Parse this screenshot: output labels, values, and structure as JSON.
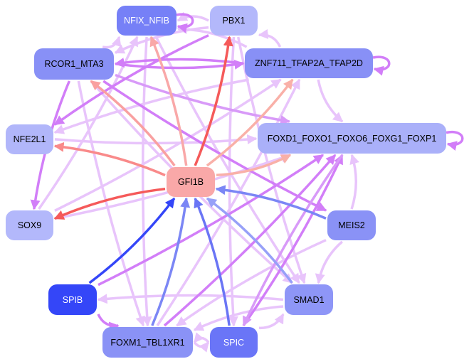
{
  "nodes": [
    {
      "id": "NFIX_NFIB",
      "label": "NFIX_NFIB",
      "color": "#7680f7",
      "text": "#ffffff"
    },
    {
      "id": "PBX1",
      "label": "PBX1",
      "color": "#b3b8fb",
      "text": "#000000"
    },
    {
      "id": "RCOR1_MTA3",
      "label": "RCOR1_MTA3",
      "color": "#8890f6",
      "text": "#000000"
    },
    {
      "id": "ZNF711_TFAP2A_TFAP2D",
      "label": "ZNF711_TFAP2A_TFAP2D",
      "color": "#8890f6",
      "text": "#000000"
    },
    {
      "id": "NFE2L1",
      "label": "NFE2L1",
      "color": "#b1b6fa",
      "text": "#000000"
    },
    {
      "id": "FOXD1_FOXO1_FOXO6_FOXG1_FOXP1",
      "label": "FOXD1_FOXO1_FOXO6_FOXG1_FOXP1",
      "color": "#aab0f9",
      "text": "#000000"
    },
    {
      "id": "GFI1B",
      "label": "GFI1B",
      "color": "#f9a8a8",
      "text": "#000000"
    },
    {
      "id": "SOX9",
      "label": "SOX9",
      "color": "#b3b8fb",
      "text": "#000000"
    },
    {
      "id": "MEIS2",
      "label": "MEIS2",
      "color": "#8a92f6",
      "text": "#000000"
    },
    {
      "id": "SPIB",
      "label": "SPIB",
      "color": "#3446f8",
      "text": "#ffffff"
    },
    {
      "id": "SMAD1",
      "label": "SMAD1",
      "color": "#8e96f7",
      "text": "#000000"
    },
    {
      "id": "FOXM1_TBL1XR1",
      "label": "FOXM1_TBL1XR1",
      "color": "#8a92f6",
      "text": "#000000"
    },
    {
      "id": "SPIC",
      "label": "SPIC",
      "color": "#6a75f7",
      "text": "#ffffff"
    }
  ],
  "edges": [
    {
      "s": "GFI1B",
      "t": "SOX9",
      "color": "#f55a5a"
    },
    {
      "s": "GFI1B",
      "t": "PBX1",
      "color": "#f55a5a"
    },
    {
      "s": "GFI1B",
      "t": "NFE2L1",
      "color": "#f98a8a"
    },
    {
      "s": "GFI1B",
      "t": "RCOR1_MTA3",
      "color": "#f9a0a0"
    },
    {
      "s": "GFI1B",
      "t": "NFIX_NFIB",
      "color": "#f9a8a8"
    },
    {
      "s": "GFI1B",
      "t": "ZNF711_TFAP2A_TFAP2D",
      "color": "#f9b0a8"
    },
    {
      "s": "GFI1B",
      "t": "FOXD1_FOXO1_FOXO6_FOXG1_FOXP1",
      "color": "#f9b0a8"
    },
    {
      "s": "SPIB",
      "t": "GFI1B",
      "color": "#3446f8"
    },
    {
      "s": "FOXM1_TBL1XR1",
      "t": "GFI1B",
      "color": "#7b86f5"
    },
    {
      "s": "SPIC",
      "t": "GFI1B",
      "color": "#6a75f5"
    },
    {
      "s": "SMAD1",
      "t": "GFI1B",
      "color": "#97a0f8"
    },
    {
      "s": "MEIS2",
      "t": "GFI1B",
      "color": "#7b86f5"
    },
    {
      "s": "RCOR1_MTA3",
      "t": "ZNF711_TFAP2A_TFAP2D",
      "color": "#d27ef8"
    },
    {
      "s": "ZNF711_TFAP2A_TFAP2D",
      "t": "RCOR1_MTA3",
      "color": "#d27ef8"
    },
    {
      "s": "RCOR1_MTA3",
      "t": "MEIS2",
      "color": "#d27ef8"
    },
    {
      "s": "RCOR1_MTA3",
      "t": "SOX9",
      "color": "#d27ef8"
    },
    {
      "s": "RCOR1_MTA3",
      "t": "FOXD1_FOXO1_FOXO6_FOXG1_FOXP1",
      "color": "#d89af8"
    },
    {
      "s": "RCOR1_MTA3",
      "t": "FOXM1_TBL1XR1",
      "color": "#e8c4fb"
    },
    {
      "s": "RCOR1_MTA3",
      "t": "SMAD1",
      "color": "#e8c4fb"
    },
    {
      "s": "RCOR1_MTA3",
      "t": "NFIX_NFIB",
      "color": "#e8c4fb"
    },
    {
      "s": "PBX1",
      "t": "RCOR1_MTA3",
      "color": "#e8c4fb"
    },
    {
      "s": "PBX1",
      "t": "NFE2L1",
      "color": "#d27ef8"
    },
    {
      "s": "PBX1",
      "t": "NFIX_NFIB",
      "color": "#e8c4fb"
    },
    {
      "s": "PBX1",
      "t": "SMAD1",
      "color": "#e8c4fb"
    },
    {
      "s": "PBX1",
      "t": "SPIC",
      "color": "#e8c4fb"
    },
    {
      "s": "ZNF711_TFAP2A_TFAP2D",
      "t": "NFIX_NFIB",
      "color": "#e8c4fb"
    },
    {
      "s": "ZNF711_TFAP2A_TFAP2D",
      "t": "NFE2L1",
      "color": "#e8c4fb"
    },
    {
      "s": "ZNF711_TFAP2A_TFAP2D",
      "t": "FOXD1_FOXO1_FOXO6_FOXG1_FOXP1",
      "color": "#e8c4fb"
    },
    {
      "s": "ZNF711_TFAP2A_TFAP2D",
      "t": "PBX1",
      "color": "#e8c4fb"
    },
    {
      "s": "NFE2L1",
      "t": "FOXD1_FOXO1_FOXO6_FOXG1_FOXP1",
      "color": "#e8c4fb"
    },
    {
      "s": "SOX9",
      "t": "ZNF711_TFAP2A_TFAP2D",
      "color": "#e8c4fb"
    },
    {
      "s": "SOX9",
      "t": "NFIX_NFIB",
      "color": "#e8c4fb"
    },
    {
      "s": "NFIX_NFIB",
      "t": "FOXM1_TBL1XR1",
      "color": "#e8c4fb"
    },
    {
      "s": "NFIX_NFIB",
      "t": "SMAD1",
      "color": "#e8c4fb"
    },
    {
      "s": "MEIS2",
      "t": "FOXD1_FOXO1_FOXO6_FOXG1_FOXP1",
      "color": "#e8c4fb"
    },
    {
      "s": "MEIS2",
      "t": "SMAD1",
      "color": "#e8c4fb"
    },
    {
      "s": "MEIS2",
      "t": "FOXM1_TBL1XR1",
      "color": "#e8c4fb"
    },
    {
      "s": "SPIB",
      "t": "FOXD1_FOXO1_FOXO6_FOXG1_FOXP1",
      "color": "#d27ef8"
    },
    {
      "s": "SPIB",
      "t": "FOXM1_TBL1XR1",
      "color": "#d27ef8"
    },
    {
      "s": "SMAD1",
      "t": "SPIB",
      "color": "#e8c4fb"
    },
    {
      "s": "SMAD1",
      "t": "FOXM1_TBL1XR1",
      "color": "#e8c4fb"
    },
    {
      "s": "SPIC",
      "t": "SMAD1",
      "color": "#e8c4fb"
    },
    {
      "s": "SPIC",
      "t": "FOXD1_FOXO1_FOXO6_FOXG1_FOXP1",
      "color": "#d27ef8"
    },
    {
      "s": "SPIC",
      "t": "FOXM1_TBL1XR1",
      "color": "#e8c4fb"
    },
    {
      "s": "FOXM1_TBL1XR1",
      "t": "SPIC",
      "color": "#e8c4fb"
    },
    {
      "s": "FOXM1_TBL1XR1",
      "t": "FOXD1_FOXO1_FOXO6_FOXG1_FOXP1",
      "color": "#d27ef8"
    },
    {
      "s": "FOXM1_TBL1XR1",
      "t": "ZNF711_TFAP2A_TFAP2D",
      "color": "#e8c4fb"
    },
    {
      "s": "FOXD1_FOXO1_FOXO6_FOXG1_FOXP1",
      "t": "SPIC",
      "color": "#d89af8"
    },
    {
      "s": "SOX9",
      "t": "FOXD1_FOXO1_FOXO6_FOXG1_FOXP1",
      "color": "#e8c4fb"
    }
  ],
  "self_loops": [
    {
      "node": "NFIX_NFIB",
      "color": "#d27ef8"
    },
    {
      "node": "ZNF711_TFAP2A_TFAP2D",
      "color": "#d27ef8"
    },
    {
      "node": "FOXD1_FOXO1_FOXO6_FOXG1_FOXP1",
      "color": "#d27ef8"
    }
  ]
}
